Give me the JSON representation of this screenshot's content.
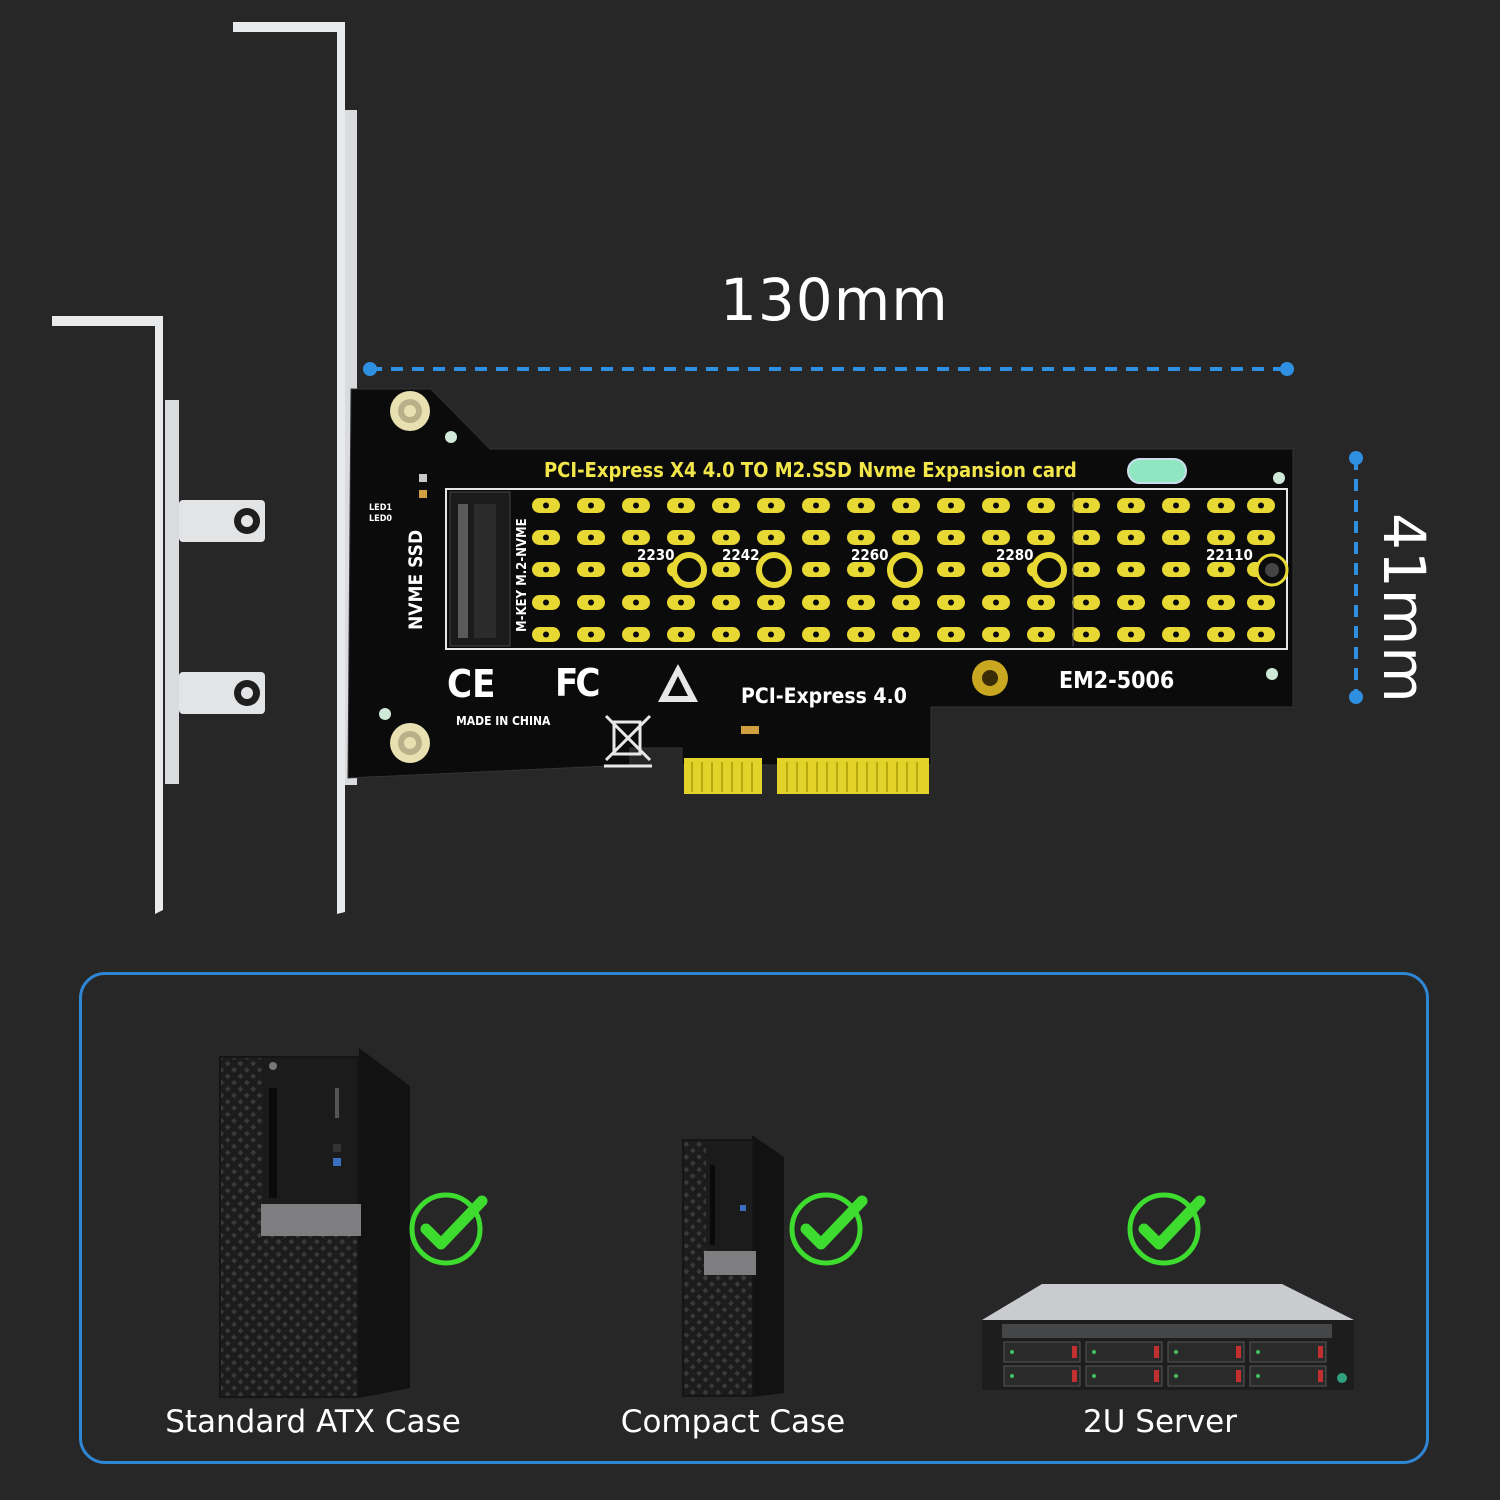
{
  "dimensions": {
    "width_label": "130mm",
    "height_label": "41mm"
  },
  "card": {
    "title": "PCI-Express X4 4.0 TO  M2.SSD Nvme Expansion card",
    "side_label": "NVME SSD",
    "connector_label": "M-KEY M.2-NVME",
    "led_labels": [
      "LED1",
      "LED0"
    ],
    "sizes": [
      "2230",
      "2242",
      "2260",
      "2280",
      "22110"
    ],
    "interface_label": "PCI-Express 4.0",
    "model": "EM2-5006",
    "made_in": "MADE IN CHINA",
    "marks": {
      "ce": "CE",
      "fc": "FC"
    }
  },
  "compatibility": {
    "accent_color": "#2f86d4",
    "check_color": "#3ddc2f",
    "items": [
      {
        "label": "Standard ATX Case",
        "supported": true
      },
      {
        "label": "Compact Case",
        "supported": true
      },
      {
        "label": "2U Server",
        "supported": true
      }
    ]
  }
}
